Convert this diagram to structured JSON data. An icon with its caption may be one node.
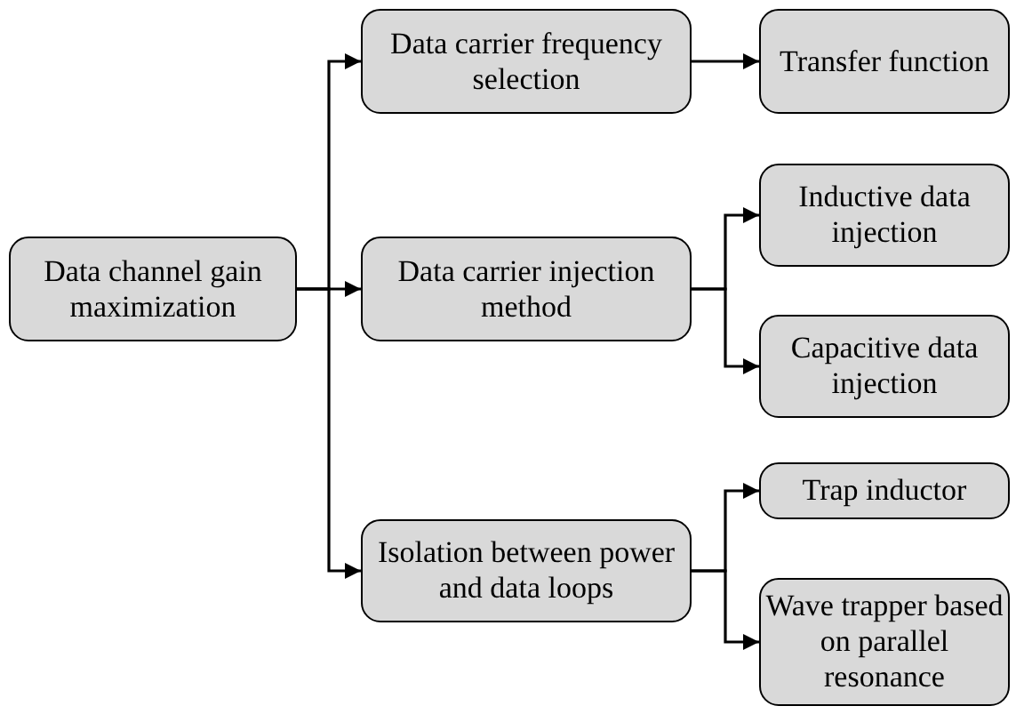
{
  "diagram": {
    "nodes": [
      {
        "text": [
          "Data channel gain maximization"
        ]
      },
      {
        "text": [
          "Data carrier frequency selection"
        ]
      },
      {
        "text": [
          "Transfer function"
        ]
      },
      {
        "text": [
          "Data carrier injection method"
        ]
      },
      {
        "text": [
          "Inductive data injection"
        ]
      },
      {
        "text": [
          "Capacitive data injection"
        ]
      },
      {
        "text": [
          "Isolation between power and data loops"
        ]
      },
      {
        "text": [
          "Trap inductor"
        ]
      },
      {
        "text": [
          "Wave trapper based on parallel resonance"
        ]
      }
    ],
    "edges": [
      {
        "from": 0,
        "to": 1,
        "arrow": "to"
      },
      {
        "from": 0,
        "to": 3,
        "arrow": "to"
      },
      {
        "from": 0,
        "to": 6,
        "arrow": "to"
      },
      {
        "from": 1,
        "to": 2,
        "arrow": "to"
      },
      {
        "from": 3,
        "to": 4,
        "arrow": "to"
      },
      {
        "from": 3,
        "to": 5,
        "arrow": "to"
      },
      {
        "from": 6,
        "to": 7,
        "arrow": "to"
      },
      {
        "from": 6,
        "to": 8,
        "arrow": "to"
      }
    ]
  }
}
